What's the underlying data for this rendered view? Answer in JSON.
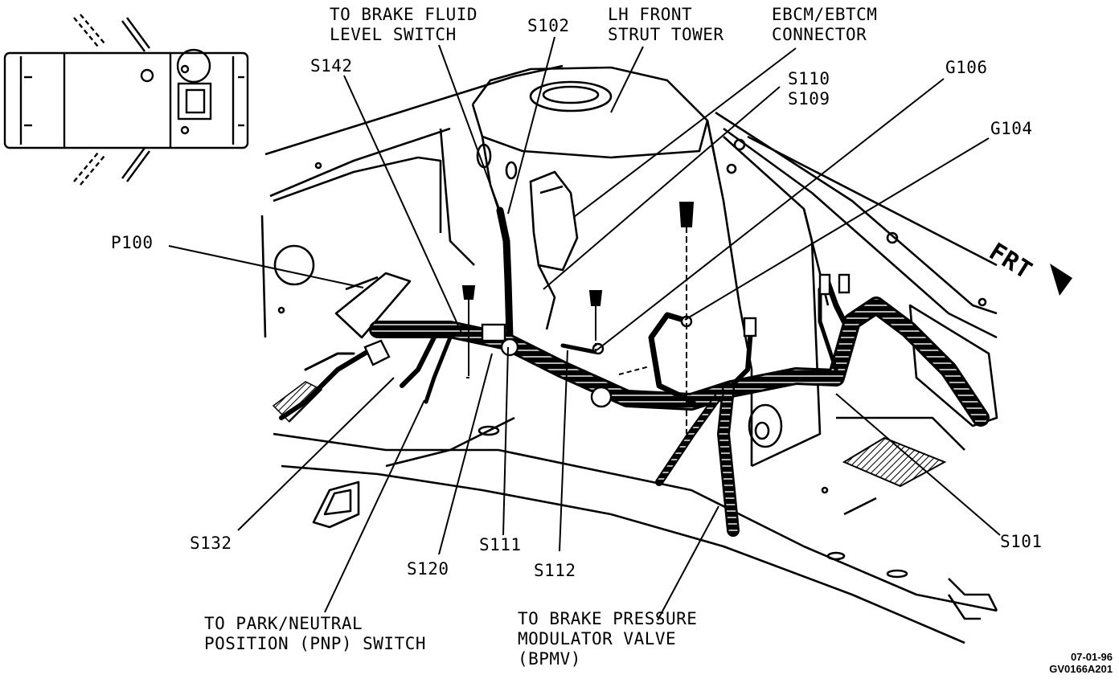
{
  "callouts": {
    "brake_fluid_switch": [
      "TO BRAKE FLUID",
      "LEVEL SWITCH"
    ],
    "s102": "S102",
    "lh_front_strut": [
      "LH FRONT",
      "STRUT TOWER"
    ],
    "ebcm_connector": [
      "EBCM/EBTCM",
      "CONNECTOR"
    ],
    "s142": "S142",
    "s110": "S110",
    "s109": "S109",
    "g106": "G106",
    "g104": "G104",
    "p100": "P100",
    "frt": "FRT",
    "s132": "S132",
    "s120": "S120",
    "s111": "S111",
    "s112": "S112",
    "s101": "S101",
    "pnp_switch": [
      "TO PARK/NEUTRAL",
      "POSITION (PNP) SWITCH"
    ],
    "bpmv": [
      "TO BRAKE PRESSURE",
      "MODULATOR VALVE",
      "(BPMV)"
    ]
  },
  "stamp": {
    "date": "07-01-96",
    "code": "GV0166A201"
  },
  "colors": {
    "ink": "#000000",
    "paper": "#ffffff"
  }
}
